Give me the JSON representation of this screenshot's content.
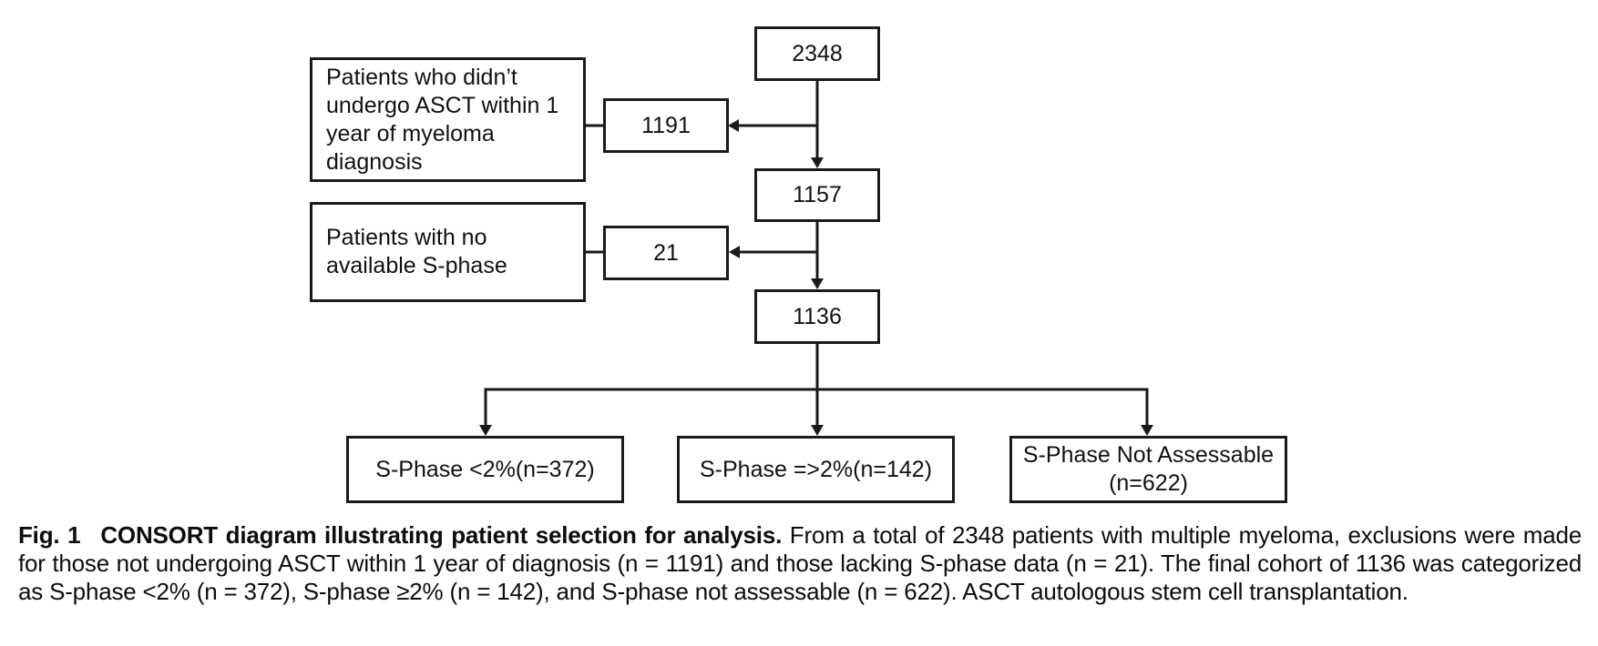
{
  "figure": {
    "nodes": {
      "total": "2348",
      "excluded_asct_reason": "Patients who didn’t\nundergo ASCT within 1\nyear of myeloma\ndiagnosis",
      "excluded_asct_count": "1191",
      "post_asct_cohort": "1157",
      "excluded_sphase_reason": "Patients with no\navailable S-phase",
      "excluded_sphase_count": "21",
      "final_cohort": "1136",
      "sphase_low": "S-Phase <2%(n=372)",
      "sphase_high": "S-Phase =>2%(n=142)",
      "sphase_na": "S-Phase Not Assessable\n(n=622)"
    },
    "caption": {
      "label": "Fig. 1",
      "title": "CONSORT diagram illustrating patient selection for analysis.",
      "body": "From a total of 2348 patients with multiple myeloma, exclusions were made for those not undergoing ASCT within 1 year of diagnosis (n = 1191) and those lacking S-phase data (n = 21). The final cohort of 1136 was categorized as S-phase <2% (n = 372), S-phase ≥2% (n = 142), and S-phase not assessable (n = 622). ASCT autologous stem cell transplantation."
    },
    "colors": {
      "line": "#1a1a1a",
      "text": "#111111",
      "background": "#ffffff"
    }
  }
}
